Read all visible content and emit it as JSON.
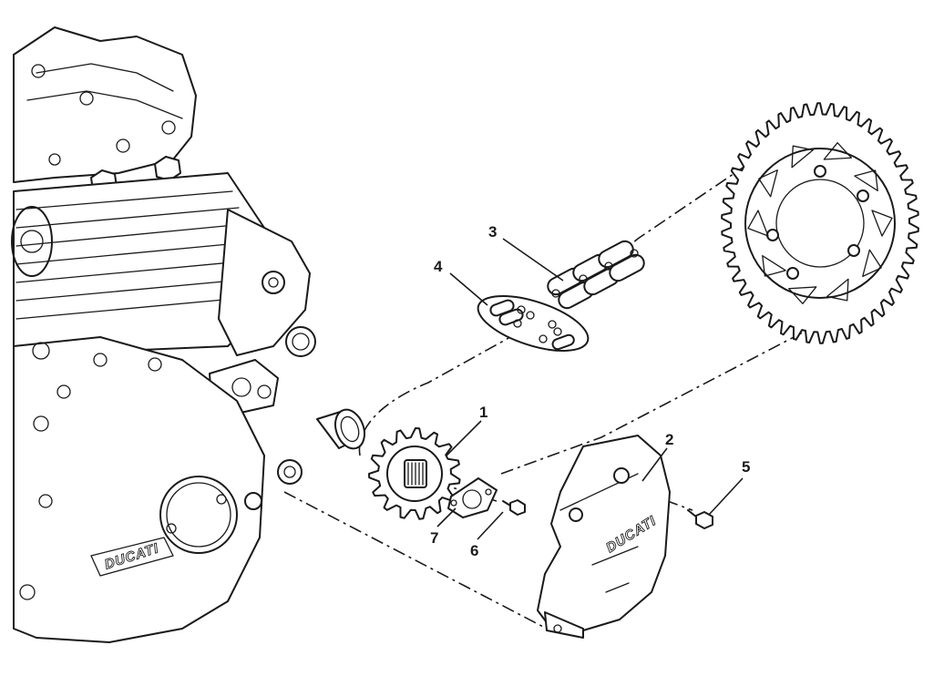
{
  "callouts": [
    {
      "id": "1",
      "label": "1"
    },
    {
      "id": "2",
      "label": "2"
    },
    {
      "id": "3",
      "label": "3"
    },
    {
      "id": "4",
      "label": "4"
    },
    {
      "id": "5",
      "label": "5"
    },
    {
      "id": "6",
      "label": "6"
    },
    {
      "id": "7",
      "label": "7"
    }
  ],
  "logos": {
    "engine_cover": "DUCATI",
    "sprocket_cover": "DUCATI"
  }
}
